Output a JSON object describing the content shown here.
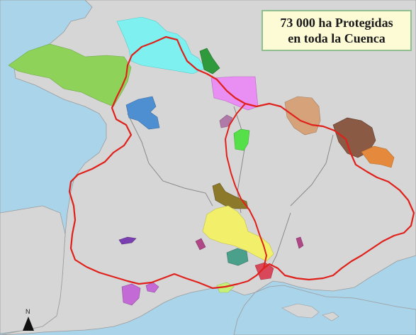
{
  "title": {
    "line1": "73 000 ha Protegidas",
    "line2": "en toda la Cuenca"
  },
  "north_arrow": {
    "label": "N",
    "icon": "north-arrow-icon"
  },
  "colors": {
    "sea": "#a9d4ea",
    "land": "#d6d6d6",
    "basin_border": "#e0211b",
    "river": "#8a8a8a",
    "title_bg": "#fdfbd6",
    "title_border": "#8fbf8f"
  }
}
